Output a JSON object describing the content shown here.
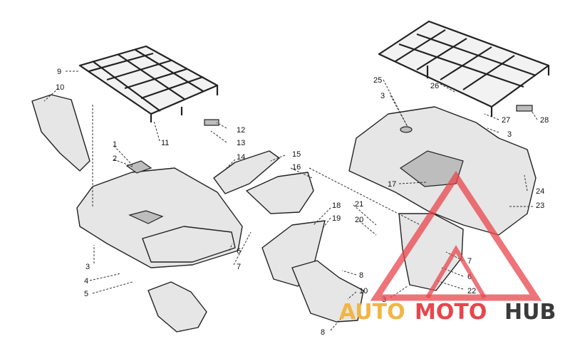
{
  "callouts": {
    "c1": "1",
    "c2": "2",
    "c3a": "3",
    "c4": "4",
    "c5": "5",
    "c6a": "6",
    "c7a": "7",
    "c8a": "8",
    "c8b": "8",
    "c9": "9",
    "c10a": "10",
    "c10b": "10",
    "c11": "11",
    "c12": "12",
    "c13": "13",
    "c14": "14",
    "c15": "15",
    "c16": "16",
    "c17": "17",
    "c18": "18",
    "c19": "19",
    "c20": "20",
    "c21": "21",
    "c22": "22",
    "c23": "23",
    "c24": "24",
    "c25": "25",
    "c26": "26",
    "c27": "27",
    "c28": "28",
    "c3b": "3",
    "c3c": "3",
    "c3d": "3",
    "c6b": "6",
    "c7b": "7"
  },
  "watermark": {
    "part1": "AUTO",
    "part2": "MOTO",
    "part3": "HUB",
    "color_auto": "#f2b544",
    "color_moto": "#e8464c",
    "color_hub": "#3a3a3a"
  }
}
